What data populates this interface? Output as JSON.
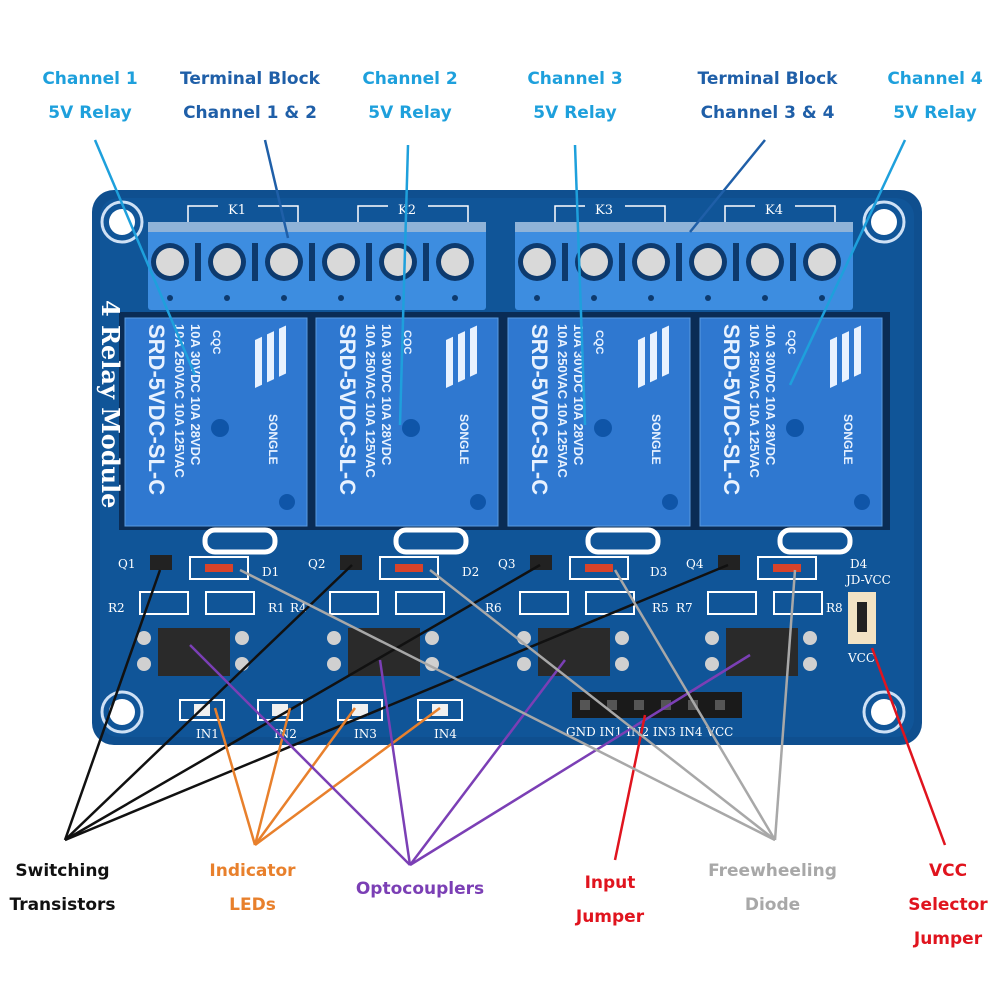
{
  "colors": {
    "channel_label": "#1ea0dc",
    "terminal_label": "#1f5fa8",
    "transistor": "#111111",
    "led": "#e8802c",
    "optocoupler": "#7b3fb5",
    "input_jumper": "#e0141e",
    "diode": "#a8a8a8",
    "vcc_jumper": "#e0141e",
    "pcb": "#0f4f8f",
    "relay": "#2f78d0",
    "terminal_block": "#3d8de0"
  },
  "top_labels": [
    {
      "id": "channel-1-relay",
      "line1": "Channel 1",
      "line2": "5V Relay",
      "kind": "channel"
    },
    {
      "id": "terminal-block-1-2",
      "line1": "Terminal Block",
      "line2": "Channel 1 & 2",
      "kind": "terminal"
    },
    {
      "id": "channel-2-relay",
      "line1": "Channel 2",
      "line2": "5V Relay",
      "kind": "channel"
    },
    {
      "id": "channel-3-relay",
      "line1": "Channel 3",
      "line2": "5V Relay",
      "kind": "channel"
    },
    {
      "id": "terminal-block-3-4",
      "line1": "Terminal Block",
      "line2": "Channel 3 & 4",
      "kind": "terminal"
    },
    {
      "id": "channel-4-relay",
      "line1": "Channel 4",
      "line2": "5V Relay",
      "kind": "channel"
    }
  ],
  "bottom_labels": [
    {
      "id": "switching-transistors",
      "lines": [
        "Switching",
        "Transistors"
      ]
    },
    {
      "id": "indicator-leds",
      "lines": [
        "Indicator",
        "LEDs"
      ]
    },
    {
      "id": "optocouplers",
      "lines": [
        "Optocouplers"
      ]
    },
    {
      "id": "input-jumper",
      "lines": [
        "Input",
        "Jumper"
      ]
    },
    {
      "id": "freewheeling-diode",
      "lines": [
        "Freewheeling",
        "Diode"
      ]
    },
    {
      "id": "vcc-selector-jumper",
      "lines": [
        "VCC",
        "Selector",
        "Jumper"
      ]
    }
  ],
  "board": {
    "title": "4 Relay Module",
    "relay_refs": [
      "K1",
      "K2",
      "K3",
      "K4"
    ],
    "relay": {
      "model": "SRD-5VDC-SL-C",
      "rating1": "10A 250VAC  10A 125VAC",
      "rating2": "10A 30VDC  10A 28VDC",
      "brand": "SONGLE",
      "cert": "CQC"
    },
    "transistors": [
      "Q1",
      "Q2",
      "Q3",
      "Q4"
    ],
    "diodes": [
      "D1",
      "D2",
      "D3",
      "D4"
    ],
    "resistors": [
      "R2",
      "R1",
      "R4",
      "R6",
      "R5",
      "R7",
      "R8"
    ],
    "led_labels": [
      "IN1",
      "IN2",
      "IN3",
      "IN4"
    ],
    "header_pins": "GND IN1 IN2 IN3 IN4 VCC",
    "jumper_top": "JD-VCC",
    "jumper_bottom": "VCC"
  }
}
